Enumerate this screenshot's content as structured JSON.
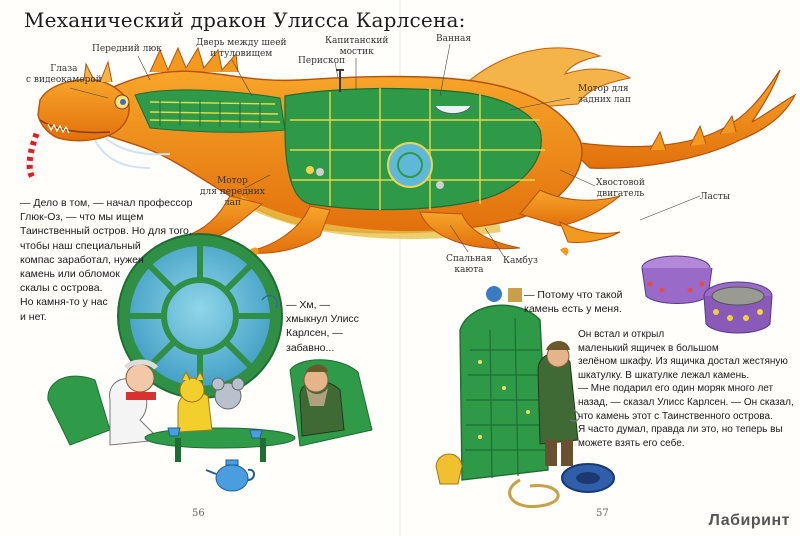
{
  "title": "Механический дракон Улисса Карлсена:",
  "labels": {
    "eyes": "Глаза\nс видеокамерой",
    "bow": "Передний люк",
    "door": "Дверь между шеей\nи туловищем",
    "bridge": "Капитанский\nмостик",
    "periscope": "Перископ",
    "bath": "Ванная",
    "rear_motor": "Мотор для\nзадних лап",
    "front_motor": "Мотор\nдля передних\nлап",
    "tail_engine": "Хвостовой\nдвигатель",
    "fins": "Ласты",
    "bedroom": "Спальная\nкаюта",
    "galley": "Камбуз"
  },
  "text": {
    "left_main": "— Дело в том, — начал профессор\nГлюк-Оз, — что мы ищем\nТаинственный остров. Но для того,\nчтобы наш специальный\nкомпас заработал, нужен\nкамень или обломок\nскалы с острова.\nНо камня-то у нас\nи нет.",
    "left_reply": "— Хм, —\nхмыкнул Улисс\nКарлсен, —\nзабавно...",
    "right_top": "— Потому что такой\nкамень есть у меня.",
    "right_main": "Он встал и открыл\nмаленький ящичек в большом\nзелёном шкафу. Из ящичка достал жестяную\nшкатулку. В шкатулке лежал камень.\n— Мне подарил его один моряк много лет\nназад, — сказал Улисс Карлсен. — Он сказал,\nчто камень этот с Таинственного острова.\nЯ часто думал, правда ли это, но теперь вы\nможете взять его себе."
  },
  "pages": {
    "left": "56",
    "right": "57"
  },
  "logo": "Лабиринт",
  "colors": {
    "dragon_orange": "#f08a12",
    "dragon_dark": "#c2560a",
    "hull_green": "#2e9a48",
    "interior_yellow": "#e8d84a",
    "window_blue": "#5fb8d8",
    "tin_purple": "#9a6ac8"
  }
}
